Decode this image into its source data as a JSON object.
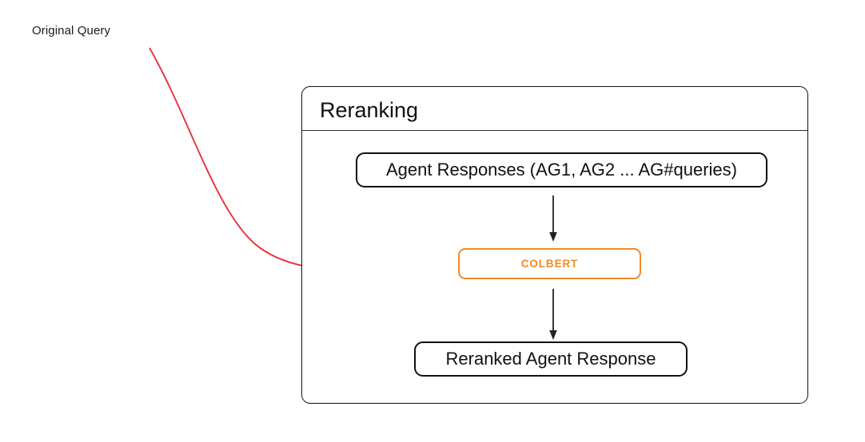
{
  "diagram": {
    "annotation": {
      "label": "Original Query",
      "connector_color": "#E8323C",
      "connector_name": "original-query-connector"
    },
    "panel": {
      "title": "Reranking",
      "border_color": "#111111"
    },
    "nodes": [
      {
        "id": "agent-responses",
        "label": "Agent Responses (AG1, AG2 ... AG#queries)",
        "color": "#111111",
        "style": "dark"
      },
      {
        "id": "colbert",
        "label": "COLBERT",
        "color": "#F08A28",
        "style": "accent"
      },
      {
        "id": "reranked-agent-response",
        "label": "Reranked Agent Response",
        "color": "#111111",
        "style": "dark"
      }
    ],
    "arrows": [
      {
        "id": "arrow-responses-to-colbert",
        "color": "#222222"
      },
      {
        "id": "arrow-colbert-to-reranked",
        "color": "#222222"
      }
    ]
  }
}
